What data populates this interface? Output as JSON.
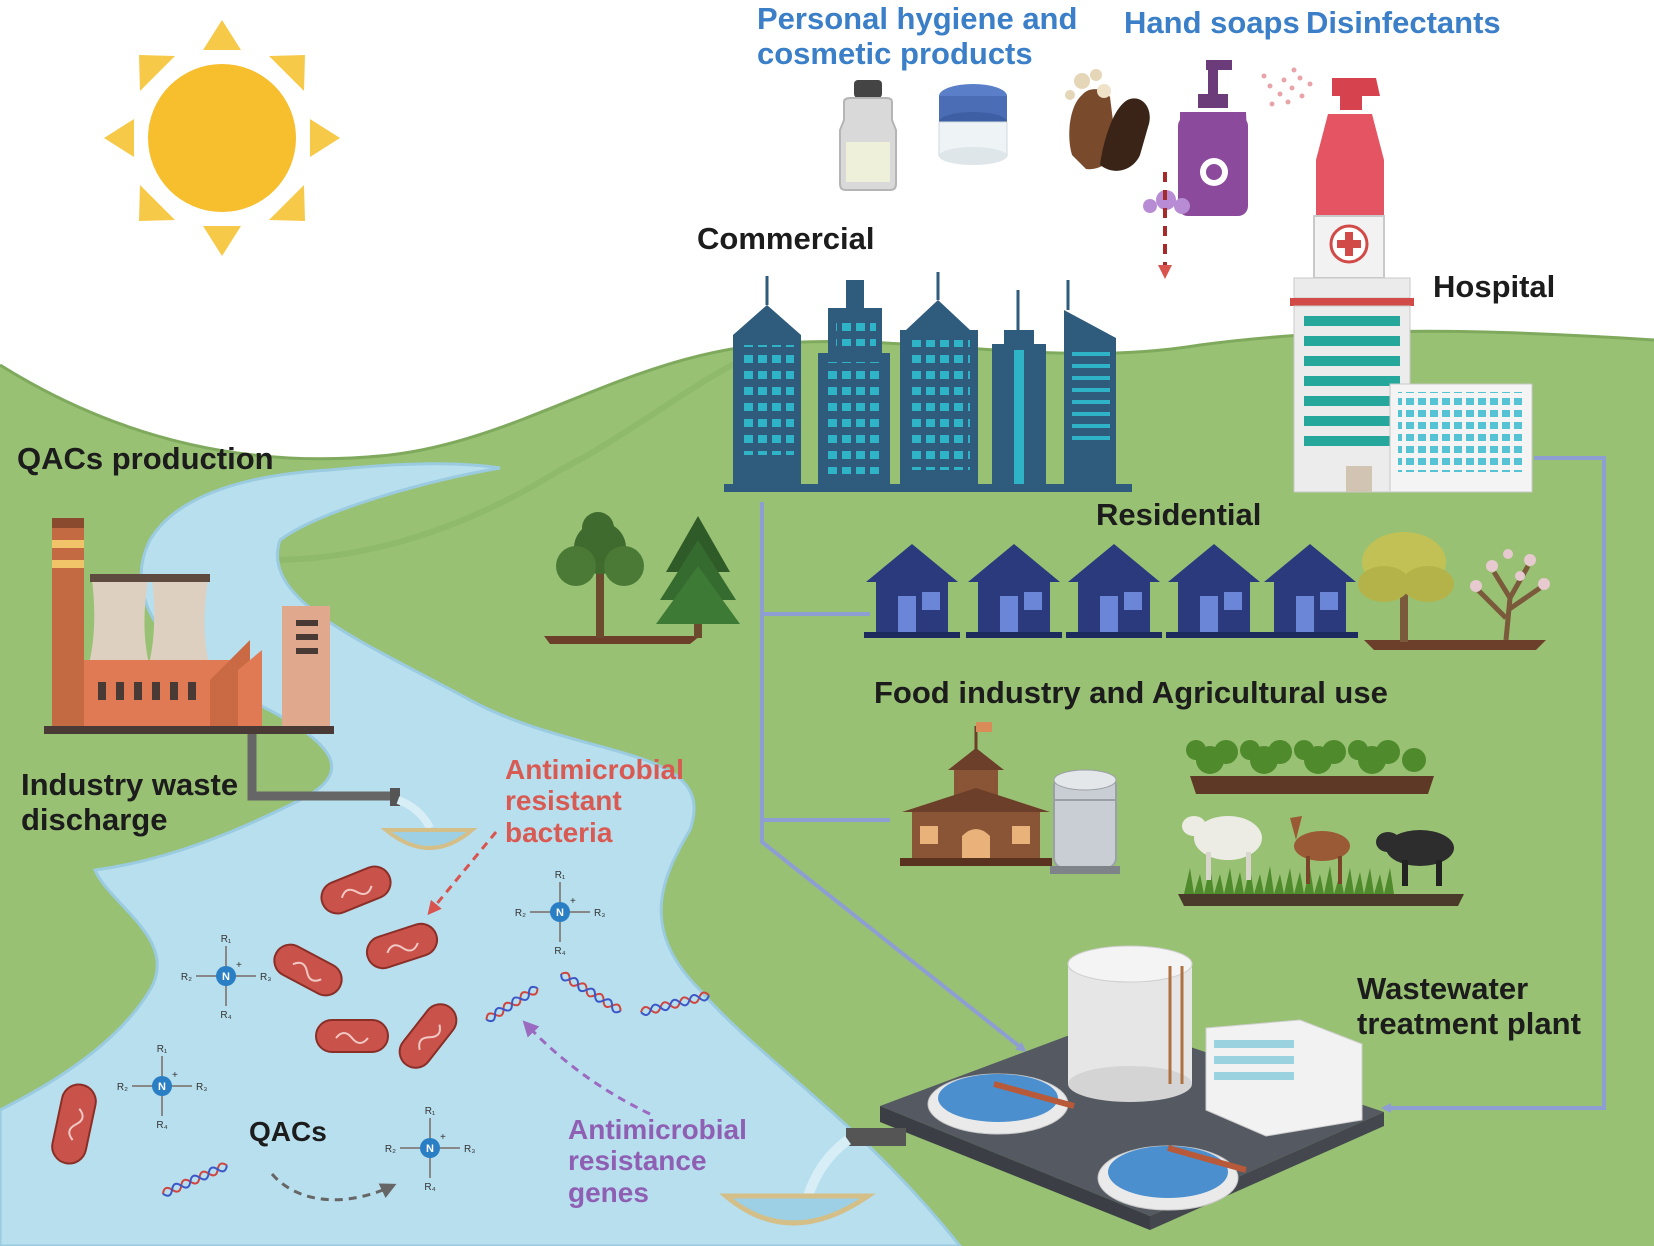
{
  "labels": {
    "personal_hygiene": [
      "Personal hygiene and",
      "cosmetic products"
    ],
    "hand_soaps": "Hand soaps",
    "disinfectants": "Disinfectants",
    "commercial": "Commercial",
    "hospital": "Hospital",
    "qacs_production": "QACs production",
    "residential": "Residential",
    "food_industry": "Food industry and Agricultural use",
    "industry_waste": [
      "Industry waste",
      "discharge"
    ],
    "amr_bacteria": [
      "Antimicrobial",
      "resistant",
      "bacteria"
    ],
    "wastewater": [
      "Wastewater",
      "treatment plant"
    ],
    "qacs": "QACs",
    "amr_genes": [
      "Antimicrobial",
      "resistance",
      "genes"
    ]
  },
  "molecule": {
    "center": "N",
    "charge": "+",
    "substituents": [
      "R₁",
      "R₂",
      "R₃",
      "R₄"
    ]
  },
  "icons": [
    "sun-icon",
    "bottle-icon",
    "jar-icon",
    "washing-hands-icon",
    "soap-dispenser-icon",
    "spray-bottle-icon",
    "skyscraper-icon",
    "hospital-building-icon",
    "factory-icon",
    "house-icon",
    "tree-icon",
    "pine-tree-icon",
    "school-building-icon",
    "storage-tank-icon",
    "crop-icon",
    "sheep-icon",
    "goat-icon",
    "buffalo-icon",
    "bacteria-icon",
    "dna-icon",
    "qac-molecule-icon",
    "water-outfall-icon",
    "wastewater-plant-icon"
  ],
  "colors": {
    "land": "#98c173",
    "land_edge": "#7faa5d",
    "river": "#b8dfee",
    "river_edge": "#9bcbe0",
    "flow_line": "#8e9ed2",
    "bacteria": "#c9524a",
    "dashed_red": "#d9534f",
    "dashed_purple": "#9b6bc1",
    "buildings": "#2f5b7c",
    "houses": "#2a3a7d",
    "sun": "#f7be2d"
  }
}
